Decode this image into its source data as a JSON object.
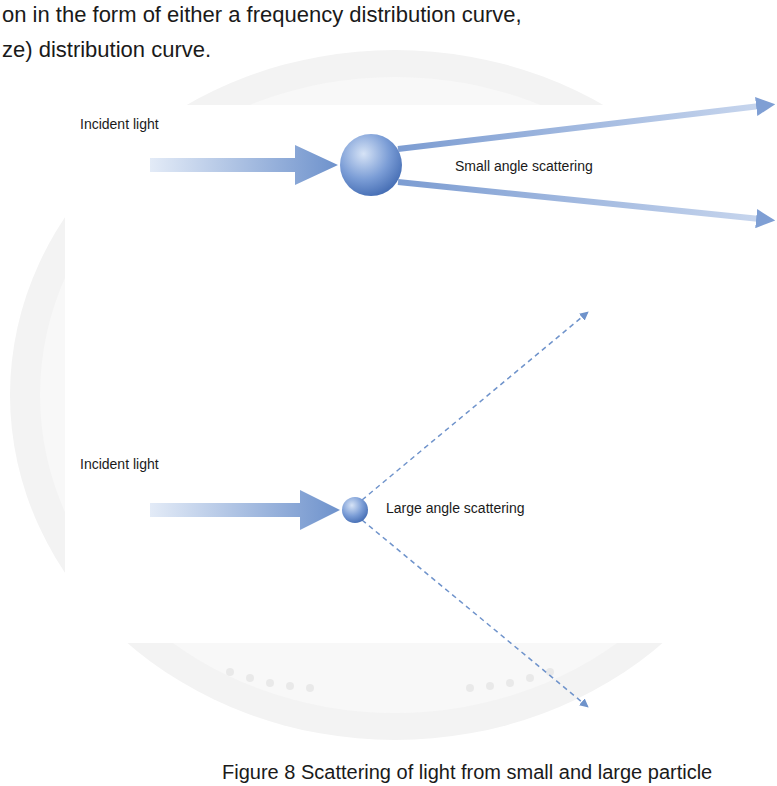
{
  "diagram": {
    "caption": "Figure 8 Scattering of light from small and large particle",
    "labels": [
      "on in the form of either a frequency distribution curve,",
      "ze) distribution curve.",
      "Incident light",
      "Small angle scattering",
      "Incident light",
      "Large angle scattering"
    ]
  }
}
